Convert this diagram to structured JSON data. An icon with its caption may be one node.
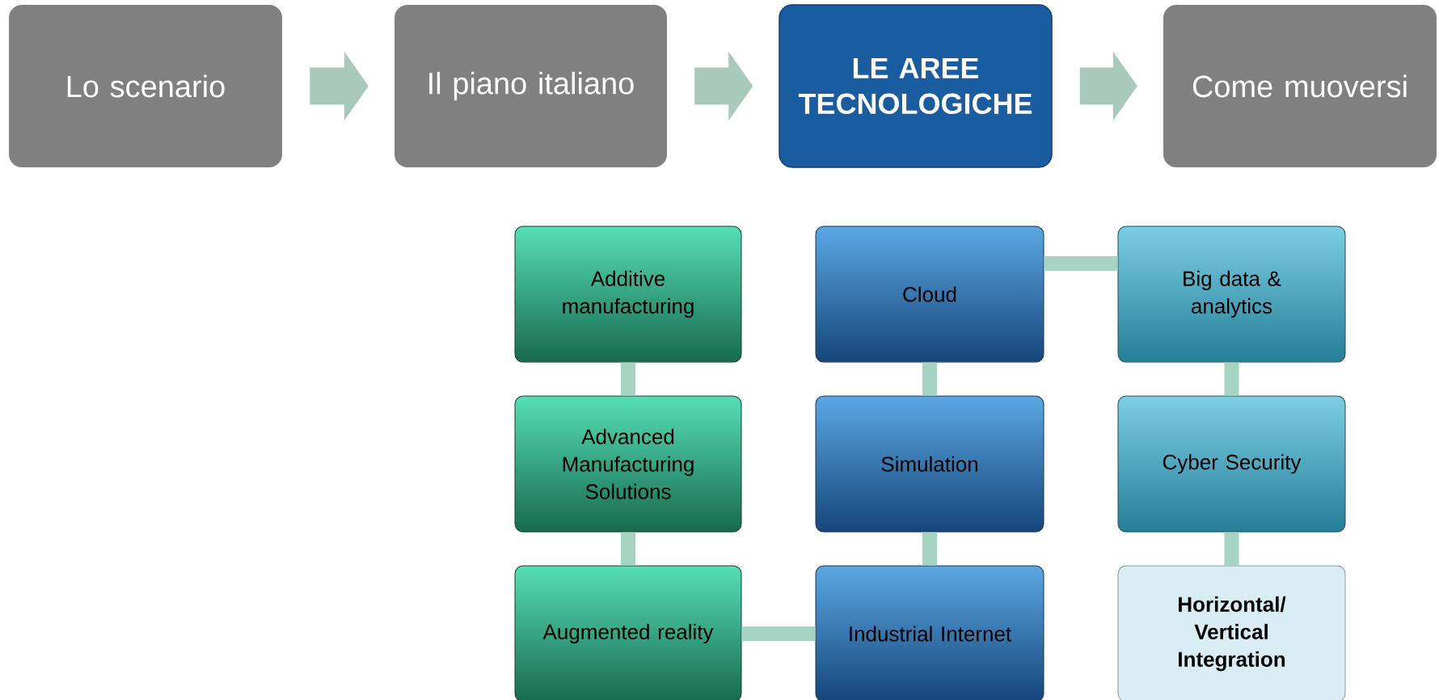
{
  "diagram": {
    "nodes": [
      {
        "text": [
          "Lo scenario"
        ]
      },
      {
        "text": [
          "Il piano italiano"
        ]
      },
      {
        "text": [
          "LE AREE TECNOLOGICHE"
        ]
      },
      {
        "text": [
          "Come muoversi"
        ]
      },
      {
        "text": [
          "Additive manufacturing"
        ]
      },
      {
        "text": [
          "Cloud"
        ]
      },
      {
        "text": [
          "Big data & analytics"
        ]
      },
      {
        "text": [
          "Advanced Manufacturing Solutions"
        ]
      },
      {
        "text": [
          "Simulation"
        ]
      },
      {
        "text": [
          "Cyber Security"
        ]
      },
      {
        "text": [
          "Augmented reality"
        ]
      },
      {
        "text": [
          "Industrial Internet"
        ]
      },
      {
        "text": [
          "Horizontal/ Vertical Integration"
        ]
      }
    ],
    "edges": [
      {
        "from": 0,
        "to": 1,
        "arrow": "to",
        "style": "thick"
      },
      {
        "from": 1,
        "to": 2,
        "arrow": "to",
        "style": "thick"
      },
      {
        "from": 2,
        "to": 3,
        "arrow": "to",
        "style": "thick"
      },
      {
        "from": 4,
        "to": 7,
        "arrow": "none"
      },
      {
        "from": 7,
        "to": 10,
        "arrow": "none"
      },
      {
        "from": 10,
        "to": 11,
        "arrow": "none"
      },
      {
        "from": 11,
        "to": 8,
        "arrow": "none"
      },
      {
        "from": 8,
        "to": 5,
        "arrow": "none"
      },
      {
        "from": 5,
        "to": 6,
        "arrow": "none"
      },
      {
        "from": 6,
        "to": 9,
        "arrow": "none"
      },
      {
        "from": 9,
        "to": 12,
        "arrow": "none"
      }
    ]
  }
}
